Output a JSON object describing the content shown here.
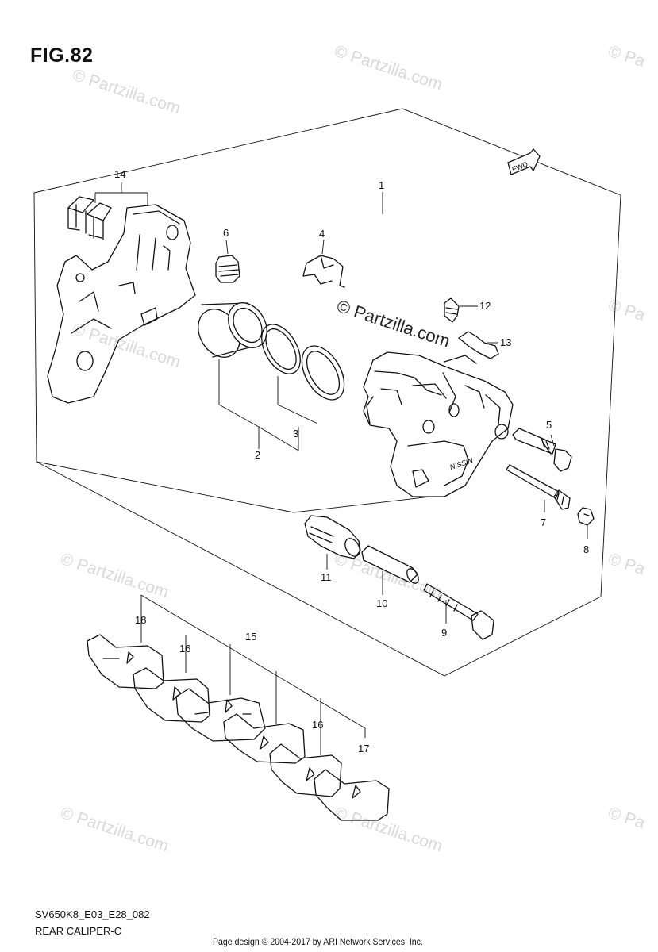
{
  "figure": {
    "title": "FIG.82",
    "fwd_label": "FWD"
  },
  "watermarks": {
    "main": "© Partzilla.com",
    "faint": "© Partzilla.com",
    "faint_partial": "© Pa"
  },
  "callouts": {
    "c1": "1",
    "c2": "2",
    "c3": "3",
    "c4": "4",
    "c5": "5",
    "c6": "6",
    "c7": "7",
    "c8": "8",
    "c9": "9",
    "c10": "10",
    "c11": "11",
    "c12": "12",
    "c13": "13",
    "c14": "14",
    "c15": "15",
    "c16a": "16",
    "c16b": "16",
    "c17": "17",
    "c18": "18"
  },
  "caption": {
    "model_code": "SV650K8_E03_E28_082",
    "part_name": "REAR CALIPER-C"
  },
  "footer": {
    "copyright": "Page design © 2004-2017 by ARI Network Services, Inc."
  }
}
